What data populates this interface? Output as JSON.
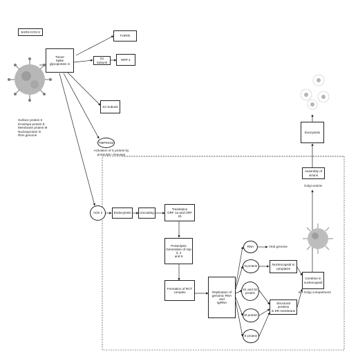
{
  "virus_label": "SARS-COV-2",
  "virus_components": [
    "Surface protein S",
    "Envelope protein E",
    "Membrane protein M",
    "Nucleoprotein N",
    "RNA genome"
  ],
  "trimer": [
    "Trimer",
    "Spike glycoprotein S"
  ],
  "s1_subunit": "S1 Subunit",
  "s2_subunit": "S2 Subunit",
  "furin": "FURIN",
  "nrp1": "NRP-1",
  "tmprss2": "TMPRSS2",
  "activation": [
    "Activation of S protein by",
    "proteolytic cleavage"
  ],
  "ace2": "ACE 2",
  "endocytosis": "Endocytosis",
  "uncoating": "Uncoating",
  "translation": [
    "Translation",
    "ORF 1a and ORF 1b"
  ],
  "proteolysis": [
    "Proteolysis",
    "Generation of nsp 3, 4",
    "and 6"
  ],
  "formation_rct": [
    "Formation of RCT",
    "complex"
  ],
  "replication": [
    "Replication of",
    "genomic RNA and",
    "sgRNA"
  ],
  "rna": "RNA",
  "n_protein_1": "N protein",
  "s1_s2_protein": [
    "S1 and S2",
    "protein"
  ],
  "m_protein": "M protein",
  "e_protein": "E protein",
  "viral_genome": "Viral genome",
  "nucleocapsid": [
    "Nucleocapsid in",
    "cytoplasm"
  ],
  "structural_proteins": [
    "Structural proteins",
    "in ER membrane"
  ],
  "combine": [
    "Combine in",
    "nucleocapsid"
  ],
  "er_golgi": "ER-Golgi compartment",
  "assembly": "Assembly of virions",
  "golgi_vesicle": "Golgi vesicle",
  "exocytosis": "Exocytosis"
}
